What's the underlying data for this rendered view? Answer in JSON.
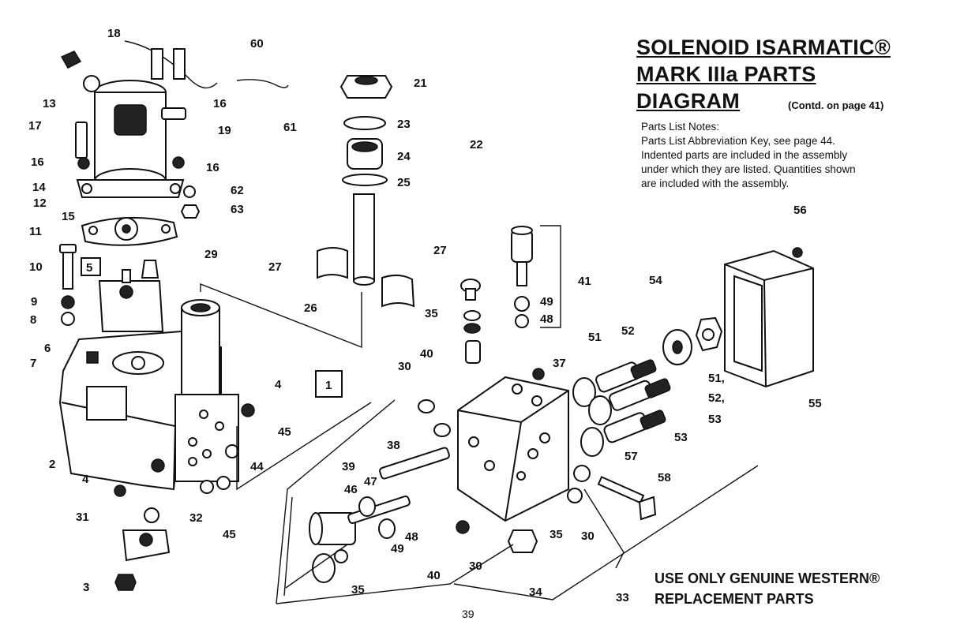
{
  "title": {
    "line1": "SOLENOID ISARMATIC®",
    "line2": "MARK IIIa PARTS",
    "line3": "DIAGRAM",
    "continued": "(Contd. on page 41)"
  },
  "notes": {
    "heading": "Parts List Notes:",
    "lines": [
      "Parts List Abbreviation Key, see page 44.",
      "Indented parts are included in the assembly",
      "under which they are listed. Quantities shown",
      "are included with the assembly."
    ]
  },
  "footer": {
    "line1": "USE ONLY GENUINE WESTERN®",
    "line2": "REPLACEMENT PARTS"
  },
  "page_number": "39",
  "assembly_boxes": [
    "5",
    "1"
  ],
  "callouts": [
    "18",
    "60",
    "13",
    "16",
    "17",
    "19",
    "61",
    "16",
    "16",
    "14",
    "12",
    "62",
    "63",
    "15",
    "11",
    "10",
    "29",
    "9",
    "8",
    "6",
    "7",
    "2",
    "4",
    "31",
    "32",
    "3",
    "45",
    "4",
    "45",
    "44",
    "21",
    "23",
    "22",
    "24",
    "25",
    "27",
    "27",
    "26",
    "35",
    "40",
    "30",
    "38",
    "37",
    "39",
    "46",
    "47",
    "48",
    "49",
    "40",
    "35",
    "30",
    "35",
    "30",
    "34",
    "33",
    "41",
    "49",
    "48",
    "51",
    "52",
    "53",
    "54",
    "56",
    "55",
    "51,",
    "52,",
    "53",
    "57",
    "58"
  ]
}
